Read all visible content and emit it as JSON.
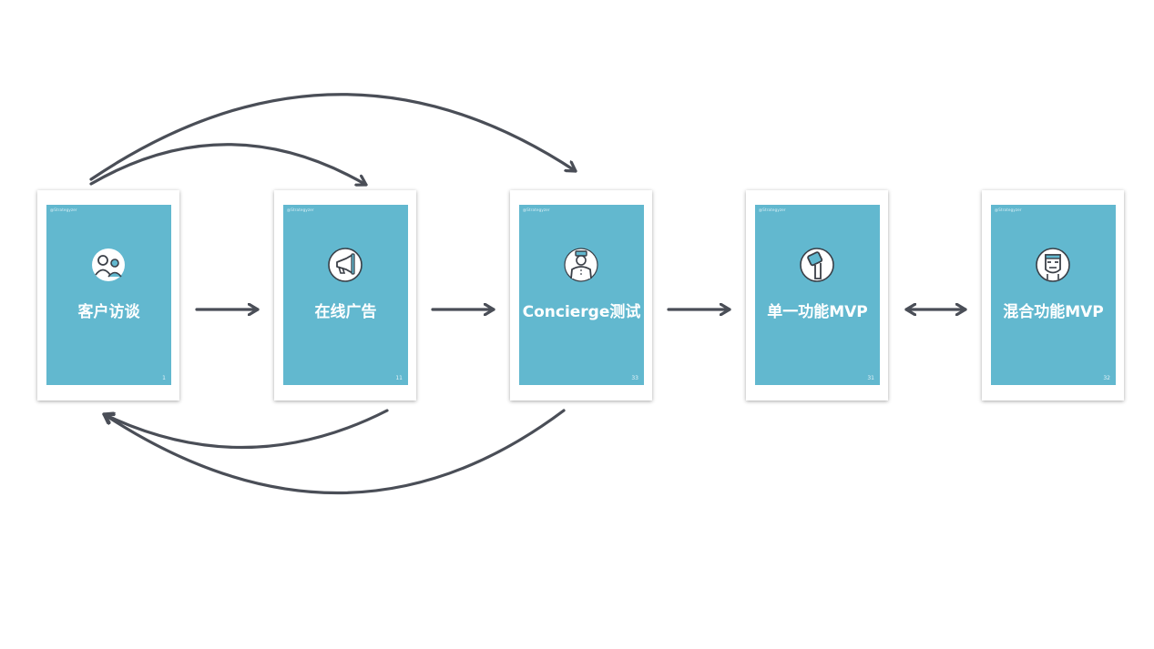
{
  "cards": [
    {
      "title": "客户访谈",
      "number": "1",
      "brand": "@Strategyzer",
      "icon": "interview-icon"
    },
    {
      "title": "在线广告",
      "number": "11",
      "brand": "@Strategyzer",
      "icon": "megaphone-icon"
    },
    {
      "title": "Concierge测试",
      "number": "33",
      "brand": "@Strategyzer",
      "icon": "bellhop-icon"
    },
    {
      "title": "单一功能MVP",
      "number": "31",
      "brand": "@Strategyzer",
      "icon": "device-icon"
    },
    {
      "title": "混合功能MVP",
      "number": "32",
      "brand": "@Strategyzer",
      "icon": "robot-icon"
    }
  ],
  "colors": {
    "card": "#62b8cf",
    "arrow": "#4a4e57",
    "card_text": "#ffffff"
  }
}
